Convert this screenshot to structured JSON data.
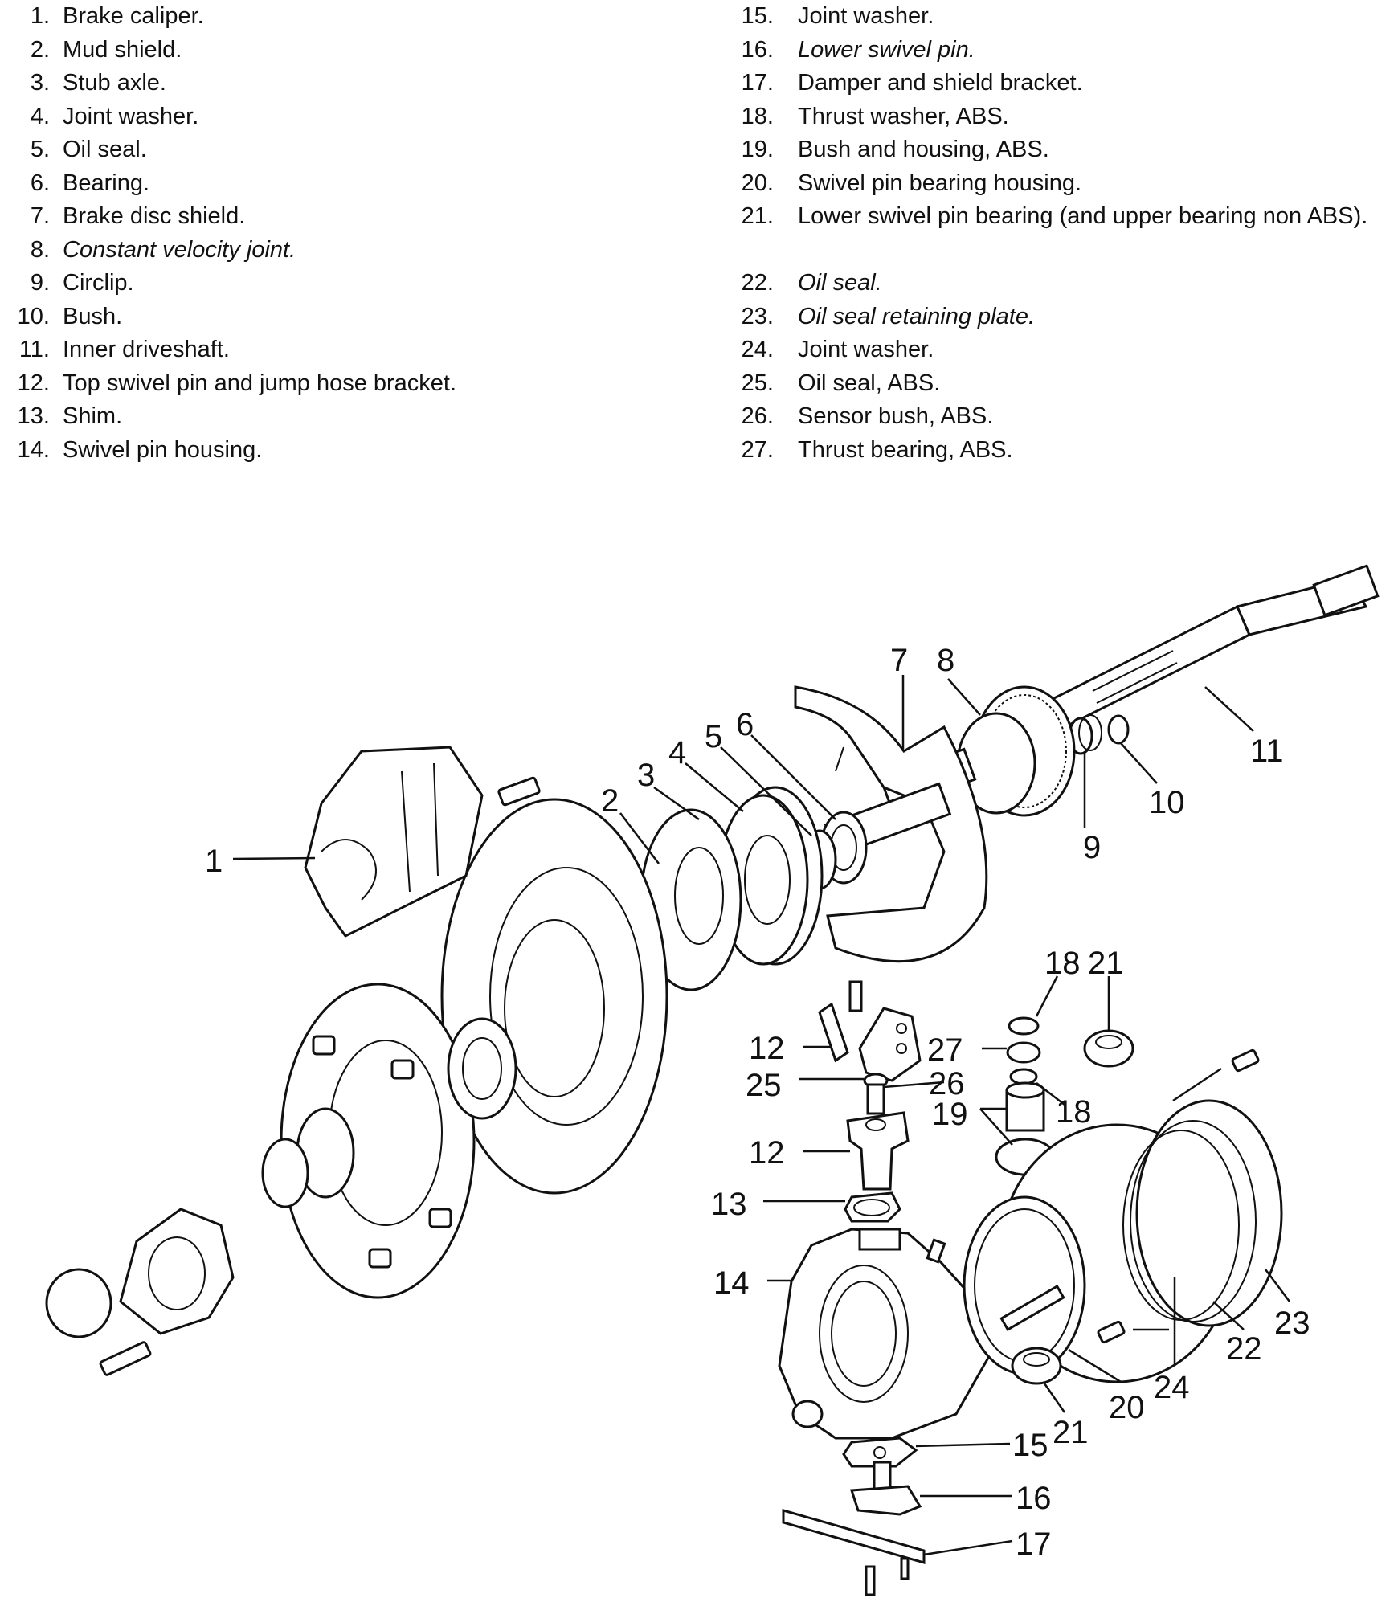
{
  "legend": {
    "left": [
      {
        "num": "1.",
        "text": "Brake caliper."
      },
      {
        "num": "2.",
        "text": "Mud shield."
      },
      {
        "num": "3.",
        "text": "Stub axle."
      },
      {
        "num": "4.",
        "text": "Joint washer."
      },
      {
        "num": "5.",
        "text": "Oil seal."
      },
      {
        "num": "6.",
        "text": "Bearing."
      },
      {
        "num": "7.",
        "text": "Brake disc shield."
      },
      {
        "num": "8.",
        "text": "Constant velocity joint."
      },
      {
        "num": "9.",
        "text": "Circlip."
      },
      {
        "num": "10.",
        "text": "Bush."
      },
      {
        "num": "11.",
        "text": "Inner driveshaft."
      },
      {
        "num": "12.",
        "text": "Top swivel pin and jump hose bracket."
      },
      {
        "num": "13.",
        "text": "Shim."
      },
      {
        "num": "14.",
        "text": "Swivel pin housing."
      }
    ],
    "right": [
      {
        "num": "15.",
        "text": "Joint washer."
      },
      {
        "num": "16.",
        "text": "Lower swivel pin."
      },
      {
        "num": "17.",
        "text": "Damper and shield bracket."
      },
      {
        "num": "18.",
        "text": "Thrust washer, ABS."
      },
      {
        "num": "19.",
        "text": "Bush and housing, ABS."
      },
      {
        "num": "20.",
        "text": "Swivel pin bearing housing."
      },
      {
        "num": "21.",
        "text": "Lower swivel pin bearing (and upper bearing non ABS)."
      },
      {
        "num": "22.",
        "text": "Oil seal."
      },
      {
        "num": "23.",
        "text": "Oil seal retaining plate."
      },
      {
        "num": "24.",
        "text": "Joint washer."
      },
      {
        "num": "25.",
        "text": "Oil seal, ABS."
      },
      {
        "num": "26.",
        "text": "Sensor bush, ABS."
      },
      {
        "num": "27.",
        "text": "Thrust bearing, ABS."
      }
    ]
  },
  "diagram": {
    "callouts": {
      "c1": "1",
      "c2": "2",
      "c3": "3",
      "c4": "4",
      "c5": "5",
      "c6": "6",
      "c7": "7",
      "c8": "8",
      "c9": "9",
      "c10": "10",
      "c11": "11",
      "c12a": "12",
      "c12b": "12",
      "c13": "13",
      "c14": "14",
      "c15": "15",
      "c16": "16",
      "c17": "17",
      "c18a": "18",
      "c18b": "18",
      "c19": "19",
      "c20": "20",
      "c21a": "21",
      "c21b": "21",
      "c22": "22",
      "c23": "23",
      "c24": "24",
      "c25": "25",
      "c26": "26",
      "c27": "27"
    }
  }
}
